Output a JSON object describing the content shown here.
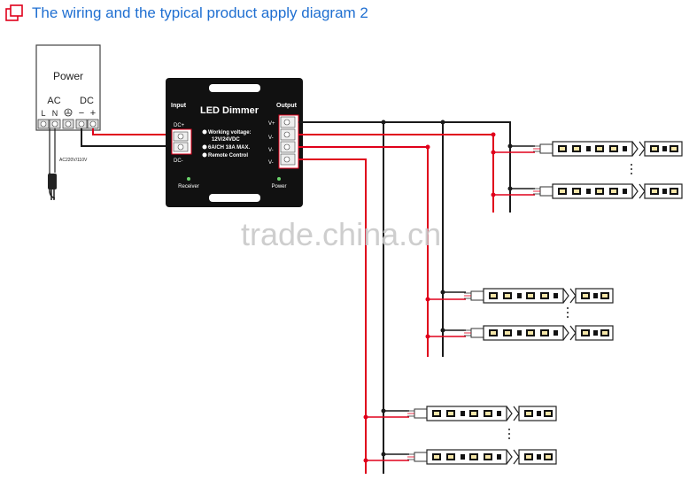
{
  "title": "The wiring and the typical product apply diagram 2",
  "watermark": "trade.china.cn",
  "power_supply": {
    "label": "Power",
    "ac_label": "AC",
    "dc_label": "DC",
    "terminal_l": "L",
    "terminal_n": "N",
    "terminal_minus": "−",
    "terminal_plus": "+",
    "plug_note": "AC220V/110V"
  },
  "dimmer": {
    "name": "LED Dimmer",
    "input_label": "Input",
    "output_label": "Output",
    "dc_plus": "DC+",
    "dc_minus": "DC-",
    "spec_voltage": "Working voltage:",
    "spec_voltage_value": "12V/24VDC",
    "spec_current": "6A/CH 18A MAX.",
    "spec_remote": "Remote Control",
    "receiver_label": "Receiver",
    "power_label": "Power",
    "out_vplus": "V+",
    "out_v1": "V-",
    "out_v2": "V-",
    "out_v3": "V-"
  },
  "colors": {
    "title": "#1f6fd1",
    "wire_black": "#1a1a1a",
    "wire_red": "#e0001b",
    "dimmer_body": "#111111",
    "watermark": "#c9c9c9"
  },
  "icons": {
    "title_icon": "document-icon"
  }
}
